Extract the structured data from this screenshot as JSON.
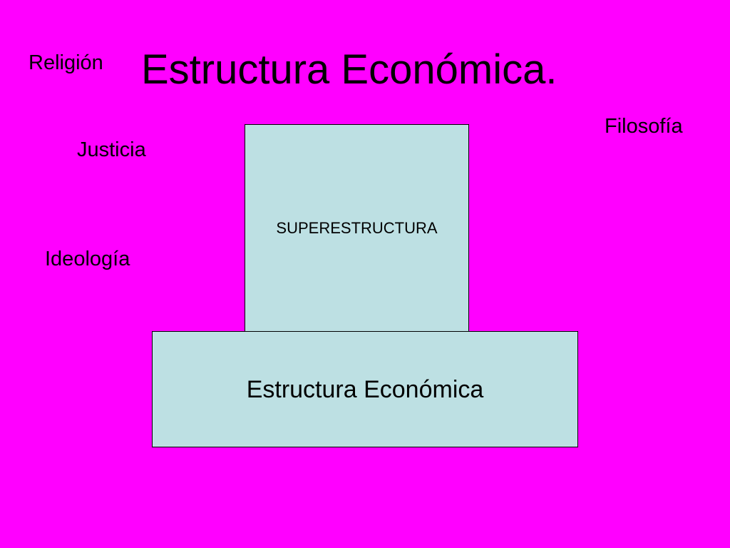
{
  "colors": {
    "background": "#ff00ff",
    "box_fill": "#bde0e3",
    "text": "#000000",
    "border": "#000000"
  },
  "slide": {
    "title": "Estructura Económica.",
    "labels": {
      "religion": "Religión",
      "filosofia": "Filosofía",
      "justicia": "Justicia",
      "ideologia": "Ideología"
    },
    "diagram": {
      "superstructure": "SUPERESTRUCTURA",
      "base": "Estructura Económica"
    }
  }
}
